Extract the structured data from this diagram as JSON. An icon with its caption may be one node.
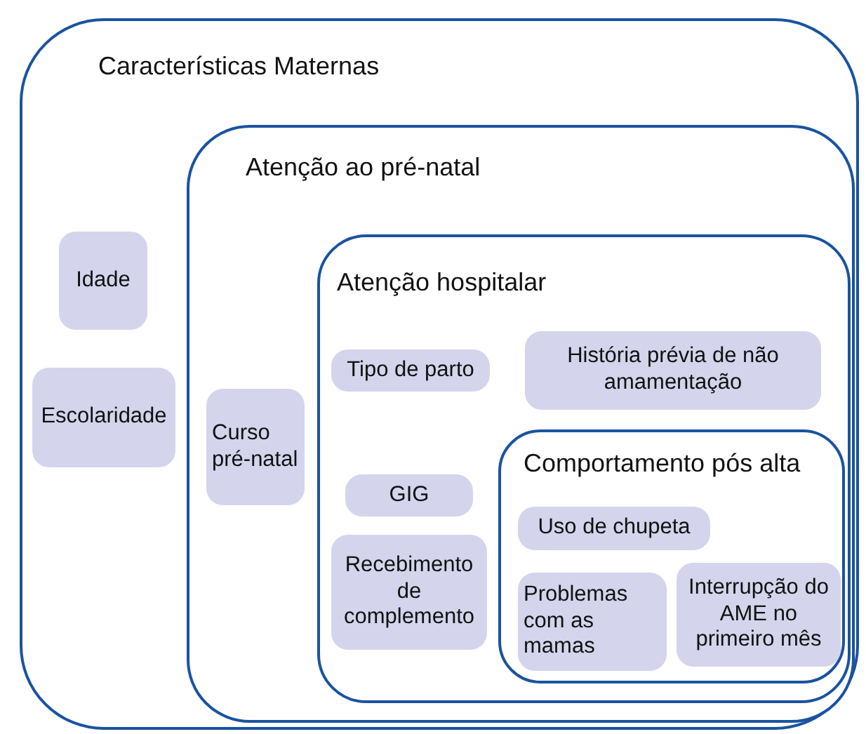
{
  "diagram": {
    "nodes": [
      {
        "text": [
          "Características Maternas"
        ]
      },
      {
        "text": [
          "Idade"
        ],
        "in": 0
      },
      {
        "text": [
          "Escolaridade"
        ],
        "in": 0
      },
      {
        "text": [
          "Atenção ao pré-natal"
        ],
        "in": 0
      },
      {
        "text": [
          "Curso pré-natal"
        ],
        "in": 3
      },
      {
        "text": [
          "Atenção hospitalar"
        ],
        "in": 3
      },
      {
        "text": [
          "Tipo de parto"
        ],
        "in": 5
      },
      {
        "text": [
          "História prévia de não amamentação"
        ],
        "in": 5
      },
      {
        "text": [
          "GIG"
        ],
        "in": 5
      },
      {
        "text": [
          "Recebimento de complemento"
        ],
        "in": 5
      },
      {
        "text": [
          "Comportamento pós alta"
        ],
        "in": 5
      },
      {
        "text": [
          "Uso de chupeta"
        ],
        "in": 10
      },
      {
        "text": [
          "Problemas com as mamas"
        ],
        "in": 10
      },
      {
        "text": [
          "Interrupção do AME no primeiro mês"
        ],
        "in": 10
      }
    ]
  }
}
